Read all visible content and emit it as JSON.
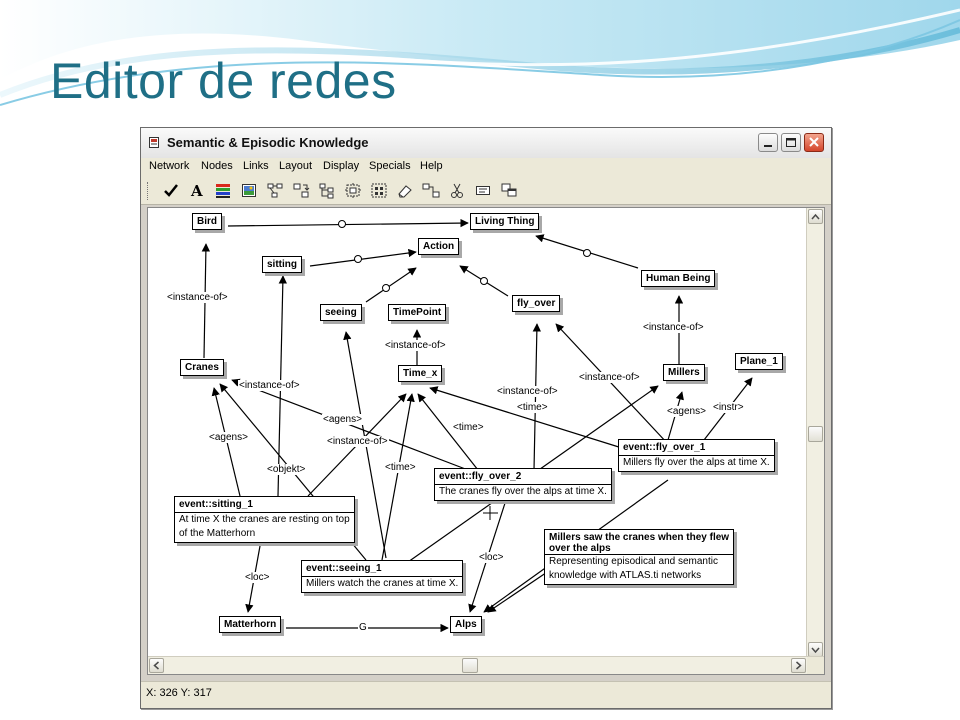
{
  "slide": {
    "title": "Editor de redes"
  },
  "window": {
    "title": "Semantic & Episodic Knowledge",
    "menu": [
      "Network",
      "Nodes",
      "Links",
      "Layout",
      "Display",
      "Specials",
      "Help"
    ],
    "toolbar_icons": [
      "check-icon",
      "font-icon",
      "color-bars-icon",
      "picture-icon",
      "network-layout-icon",
      "import-nodes-icon",
      "tree-layout-icon",
      "select-all-icon",
      "select-nodes-icon",
      "eraser-icon",
      "link-icon",
      "cut-icon",
      "comment-icon",
      "window-icon"
    ],
    "status": "X: 326 Y: 317"
  },
  "network": {
    "nodes": {
      "bird": "Bird",
      "living_thing": "Living Thing",
      "action": "Action",
      "sitting": "sitting",
      "human_being": "Human Being",
      "seeing": "seeing",
      "timepoint": "TimePoint",
      "fly_over": "fly_over",
      "cranes": "Cranes",
      "time_x": "Time_x",
      "millers": "Millers",
      "plane_1": "Plane_1",
      "matterhorn": "Matterhorn",
      "alps": "Alps"
    },
    "memos": {
      "fly_over_1": {
        "title": "event::fly_over_1",
        "body": "Millers fly over the alps at time X."
      },
      "fly_over_2": {
        "title": "event::fly_over_2",
        "body": "The cranes fly over the alps at time X."
      },
      "sitting_1": {
        "title": "event::sitting_1",
        "body1": "At time X the cranes are resting on top",
        "body2": "of the Matterhorn"
      },
      "seeing_1": {
        "title": "event::seeing_1",
        "body": "Millers watch the cranes at time X."
      },
      "millers_saw": {
        "title1": "Millers saw the cranes when they flew",
        "title2": "over the alps",
        "body1": "Representing episodical and semantic",
        "body2": "knowledge with ATLAS.ti networks"
      }
    },
    "links": {
      "instance_of": "<instance-of>",
      "agens": "<agens>",
      "objekt": "<objekt>",
      "time": "<time>",
      "loc": "<loc>",
      "instr": "<instr>",
      "g": "G"
    }
  },
  "colors": {
    "title": "#1f6f86",
    "link": "#000000",
    "shadow": "#a8a8a8"
  }
}
